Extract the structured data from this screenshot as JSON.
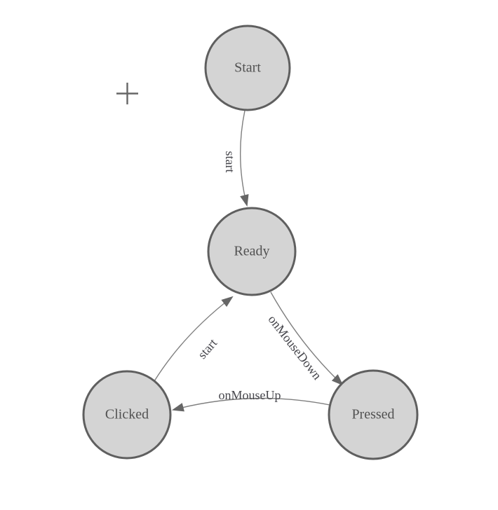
{
  "palette": {
    "node_fill": "#d4d4d4",
    "node_stroke": "#5f5f5f",
    "node_text": "#525252",
    "edge_stroke": "#7f7f7f",
    "edge_text": "#46464c",
    "arrow_fill": "#666666",
    "crosshair": "#666666",
    "background": "#ffffff"
  },
  "nodes": [
    {
      "id": "start",
      "label": "Start"
    },
    {
      "id": "ready",
      "label": "Ready"
    },
    {
      "id": "clicked",
      "label": "Clicked"
    },
    {
      "id": "pressed",
      "label": "Pressed"
    }
  ],
  "edges": [
    {
      "id": "start-to-ready",
      "label": "start",
      "from": "Start",
      "to": "Ready"
    },
    {
      "id": "ready-to-pressed",
      "label": "onMouseDown",
      "from": "Ready",
      "to": "Pressed"
    },
    {
      "id": "pressed-to-clicked",
      "label": "onMouseUp",
      "from": "Pressed",
      "to": "Clicked"
    },
    {
      "id": "clicked-to-ready",
      "label": "start",
      "from": "Clicked",
      "to": "Ready"
    }
  ]
}
